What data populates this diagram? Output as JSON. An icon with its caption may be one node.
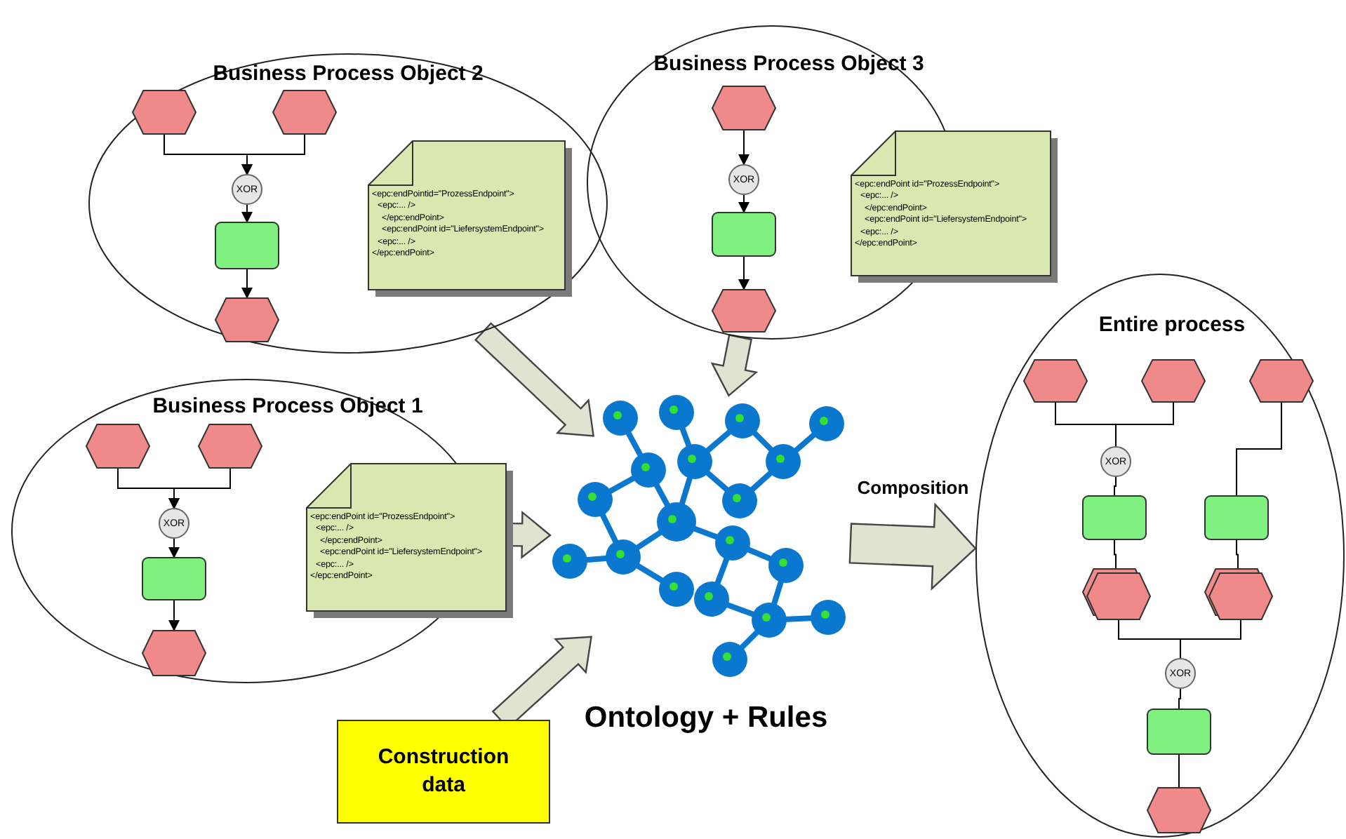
{
  "diagram": {
    "nodes": [
      {
        "text": [
          "Business Process Object 2"
        ]
      },
      {
        "text": [],
        "shape": "hexagon",
        "in": 0
      },
      {
        "text": [],
        "shape": "hexagon",
        "in": 0
      },
      {
        "text": [
          "XOR"
        ],
        "in": 0
      },
      {
        "text": [],
        "shape": "box",
        "in": 0
      },
      {
        "text": [],
        "shape": "hexagon",
        "in": 0
      },
      {
        "text": [
          "<epc:endPointid=\"ProzessEndpoint\">",
          "<epc:... />",
          "</epc:endPoint>",
          "<epc:endPoint id=\"LiefersystemEndpoint\">",
          "<epc:... />",
          "</epc:endPoint>"
        ],
        "in": 0
      },
      {
        "text": [
          "Business Process Object 3"
        ]
      },
      {
        "text": [],
        "shape": "hexagon",
        "in": 7
      },
      {
        "text": [
          "XOR"
        ],
        "in": 7
      },
      {
        "text": [],
        "shape": "box",
        "in": 7
      },
      {
        "text": [],
        "shape": "hexagon",
        "in": 7
      },
      {
        "text": [
          "<epc:endPoint id=\"ProzessEndpoint\">",
          "<epc:... />",
          "</epc:endPoint>",
          "<epc:endPoint id=\"LiefersystemEndpoint\">",
          "<epc:... />",
          "</epc:endPoint>"
        ]
      },
      {
        "text": [
          "Business Process Object 1"
        ]
      },
      {
        "text": [],
        "shape": "hexagon",
        "in": 13
      },
      {
        "text": [],
        "shape": "hexagon",
        "in": 13
      },
      {
        "text": [
          "XOR"
        ],
        "in": 13
      },
      {
        "text": [],
        "shape": "box",
        "in": 13
      },
      {
        "text": [],
        "shape": "hexagon",
        "in": 13
      },
      {
        "text": [
          "<epc:endPoint id=\"ProzessEndpoint\">",
          "<epc:... />",
          "</epc:endPoint>",
          "<epc:endPoint id=\"LiefersystemEndpoint\">",
          "<epc:... />",
          "</epc:endPoint>"
        ]
      },
      {
        "text": [],
        "shape": "network",
        "beside": [
          "Ontology + Rules"
        ]
      },
      {
        "text": [
          "Construction data"
        ]
      },
      {
        "text": [
          "Entire process"
        ]
      },
      {
        "text": [],
        "shape": "hexagon",
        "in": 22
      },
      {
        "text": [],
        "shape": "hexagon",
        "in": 22
      },
      {
        "text": [],
        "shape": "hexagon",
        "in": 22
      },
      {
        "text": [
          "XOR"
        ],
        "in": 22
      },
      {
        "text": [],
        "shape": "box",
        "in": 22
      },
      {
        "text": [],
        "shape": "box",
        "in": 22
      },
      {
        "text": [],
        "shape": "hexagon",
        "in": 22
      },
      {
        "text": [],
        "shape": "hexagon",
        "in": 22
      },
      {
        "text": [
          "XOR"
        ],
        "in": 22
      },
      {
        "text": [],
        "shape": "box",
        "in": 22
      },
      {
        "text": [],
        "shape": "hexagon",
        "in": 22
      }
    ],
    "edges": [
      {
        "from": 1,
        "to": 3,
        "arrow": "to"
      },
      {
        "from": 2,
        "to": 3,
        "arrow": "to"
      },
      {
        "from": 3,
        "to": 4,
        "arrow": "to"
      },
      {
        "from": 4,
        "to": 5,
        "arrow": "to"
      },
      {
        "from": 8,
        "to": 9,
        "arrow": "to"
      },
      {
        "from": 9,
        "to": 10,
        "arrow": "to"
      },
      {
        "from": 10,
        "to": 11,
        "arrow": "to"
      },
      {
        "from": 14,
        "to": 16,
        "arrow": "to"
      },
      {
        "from": 15,
        "to": 16,
        "arrow": "to"
      },
      {
        "from": 16,
        "to": 17,
        "arrow": "to"
      },
      {
        "from": 17,
        "to": 18,
        "arrow": "to"
      },
      {
        "from": 23,
        "to": 26,
        "arrow": "none"
      },
      {
        "from": 24,
        "to": 26,
        "arrow": "none"
      },
      {
        "from": 25,
        "to": 28,
        "arrow": "none"
      },
      {
        "from": 26,
        "to": 27,
        "arrow": "none"
      },
      {
        "from": 27,
        "to": 29,
        "arrow": "none"
      },
      {
        "from": 28,
        "to": 30,
        "arrow": "none"
      },
      {
        "from": 29,
        "to": 31,
        "arrow": "none"
      },
      {
        "from": 30,
        "to": 31,
        "arrow": "none"
      },
      {
        "from": 31,
        "to": 32,
        "arrow": "none"
      },
      {
        "from": 32,
        "to": 33,
        "arrow": "none"
      },
      {
        "from": 0,
        "to": 20,
        "arrow": "to",
        "style": "thick"
      },
      {
        "from": 7,
        "to": 20,
        "arrow": "to",
        "style": "thick"
      },
      {
        "from": 13,
        "to": 20,
        "arrow": "to",
        "style": "thick"
      },
      {
        "from": 21,
        "to": 20,
        "arrow": "to",
        "style": "thick"
      },
      {
        "from": 20,
        "to": 22,
        "arrow": "to",
        "style": "thick",
        "label": "Composition"
      }
    ]
  }
}
